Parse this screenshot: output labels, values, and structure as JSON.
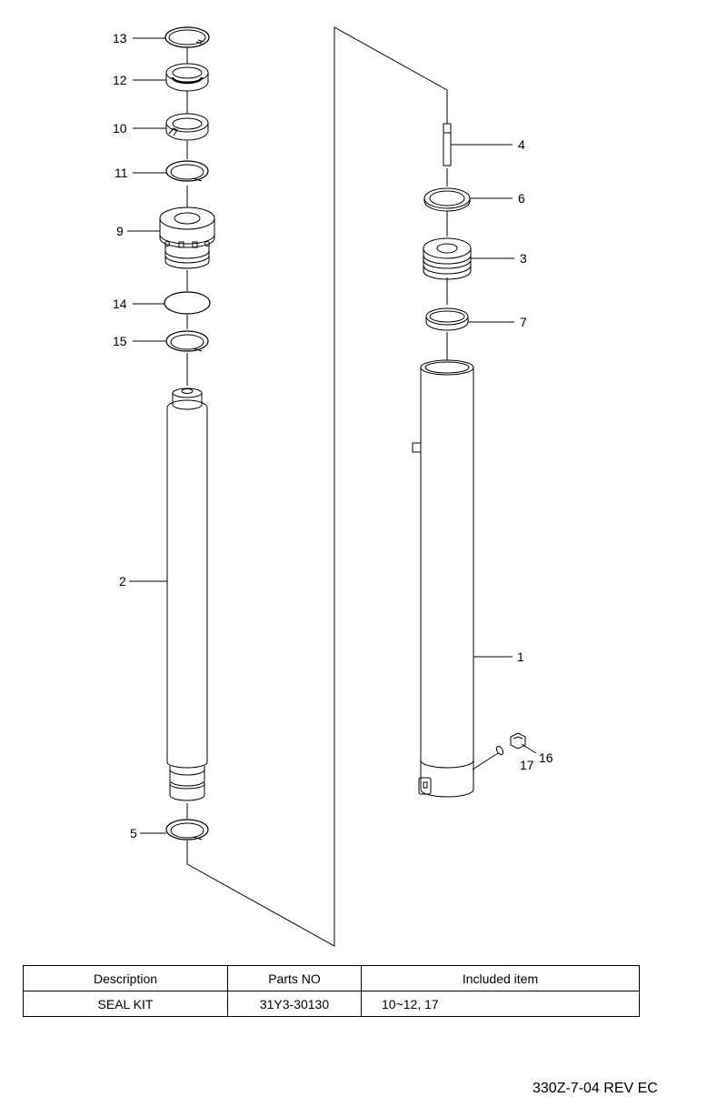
{
  "callouts": {
    "c1": "1",
    "c2": "2",
    "c3": "3",
    "c4": "4",
    "c5": "5",
    "c6": "6",
    "c7": "7",
    "c9": "9",
    "c10": "10",
    "c11": "11",
    "c12": "12",
    "c13": "13",
    "c14": "14",
    "c15": "15",
    "c16": "16",
    "c17": "17"
  },
  "table": {
    "headers": [
      "Description",
      "Parts NO",
      "Included item"
    ],
    "rows": [
      [
        "SEAL KIT",
        "31Y3-30130",
        "10~12, 17"
      ]
    ]
  },
  "footer": {
    "code": "330Z-7-04 REV EC"
  }
}
